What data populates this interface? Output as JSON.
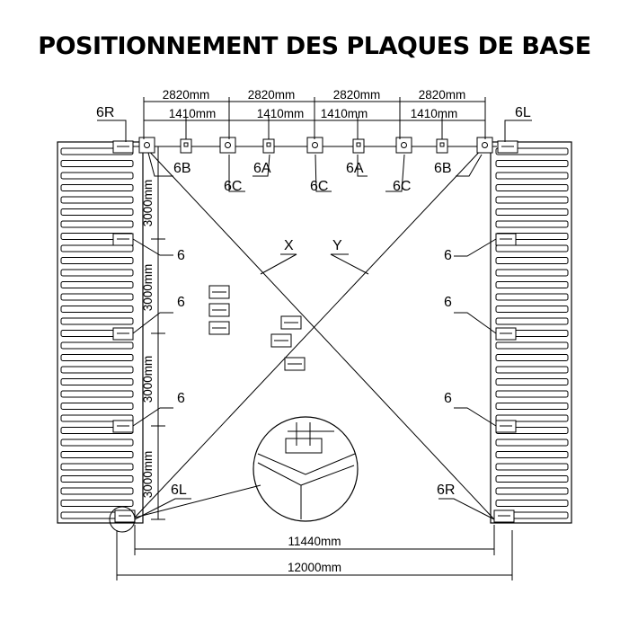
{
  "title": "POSITIONNEMENT DES PLAQUES DE BASE",
  "dimensions": {
    "top_spans": [
      "2820mm",
      "2820mm",
      "2820mm",
      "2820mm"
    ],
    "top_half_spans": [
      "1410mm",
      "1410mm",
      "1410mm",
      "1410mm"
    ],
    "side_spans": [
      "3000mm",
      "3000mm",
      "3000mm",
      "3000mm"
    ],
    "inner_width": "11440mm",
    "outer_width": "12000mm"
  },
  "labels": {
    "corner_top_left": "6R",
    "corner_top_right": "6L",
    "corner_bottom_left": "6L",
    "corner_bottom_right": "6R",
    "top_plates": [
      "6B",
      "6C",
      "6A",
      "6C",
      "6A",
      "6C",
      "6B"
    ],
    "side_left": [
      "6",
      "6",
      "6"
    ],
    "side_right": [
      "6",
      "6",
      "6"
    ],
    "diagonal_x": "X",
    "diagonal_y": "Y"
  }
}
